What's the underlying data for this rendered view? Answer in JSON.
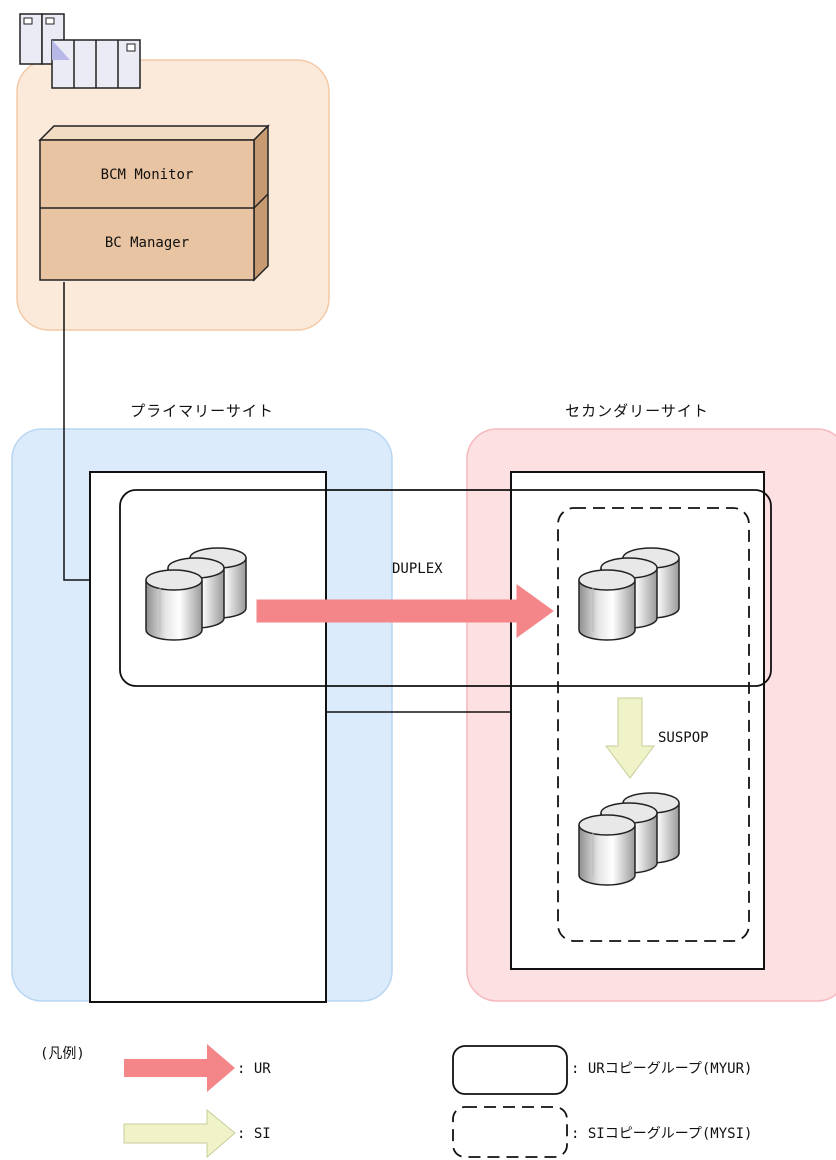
{
  "host": {
    "monitor_label": "BCM Monitor",
    "manager_label": "BC Manager",
    "icon": "mainframe-server-icon"
  },
  "sites": {
    "primary_label": "プライマリーサイト",
    "secondary_label": "セカンダリーサイト"
  },
  "operations": {
    "ur_state": "DUPLEX",
    "si_state": "SUSPOP"
  },
  "legend": {
    "title": "(凡例)",
    "ur_arrow_label": ": UR",
    "si_arrow_label": ": SI",
    "ur_group_label": ": URコピーグループ(MYUR)",
    "si_group_label": ": SIコピーグループ(MYSI)"
  },
  "colors": {
    "host_area": "#fbe9da",
    "primary_area": "#dcebfb",
    "secondary_area": "#fde0e2",
    "ur_arrow": "#f4868a",
    "si_arrow": "#f0f2c8",
    "box_face": "#e9c4a2"
  }
}
